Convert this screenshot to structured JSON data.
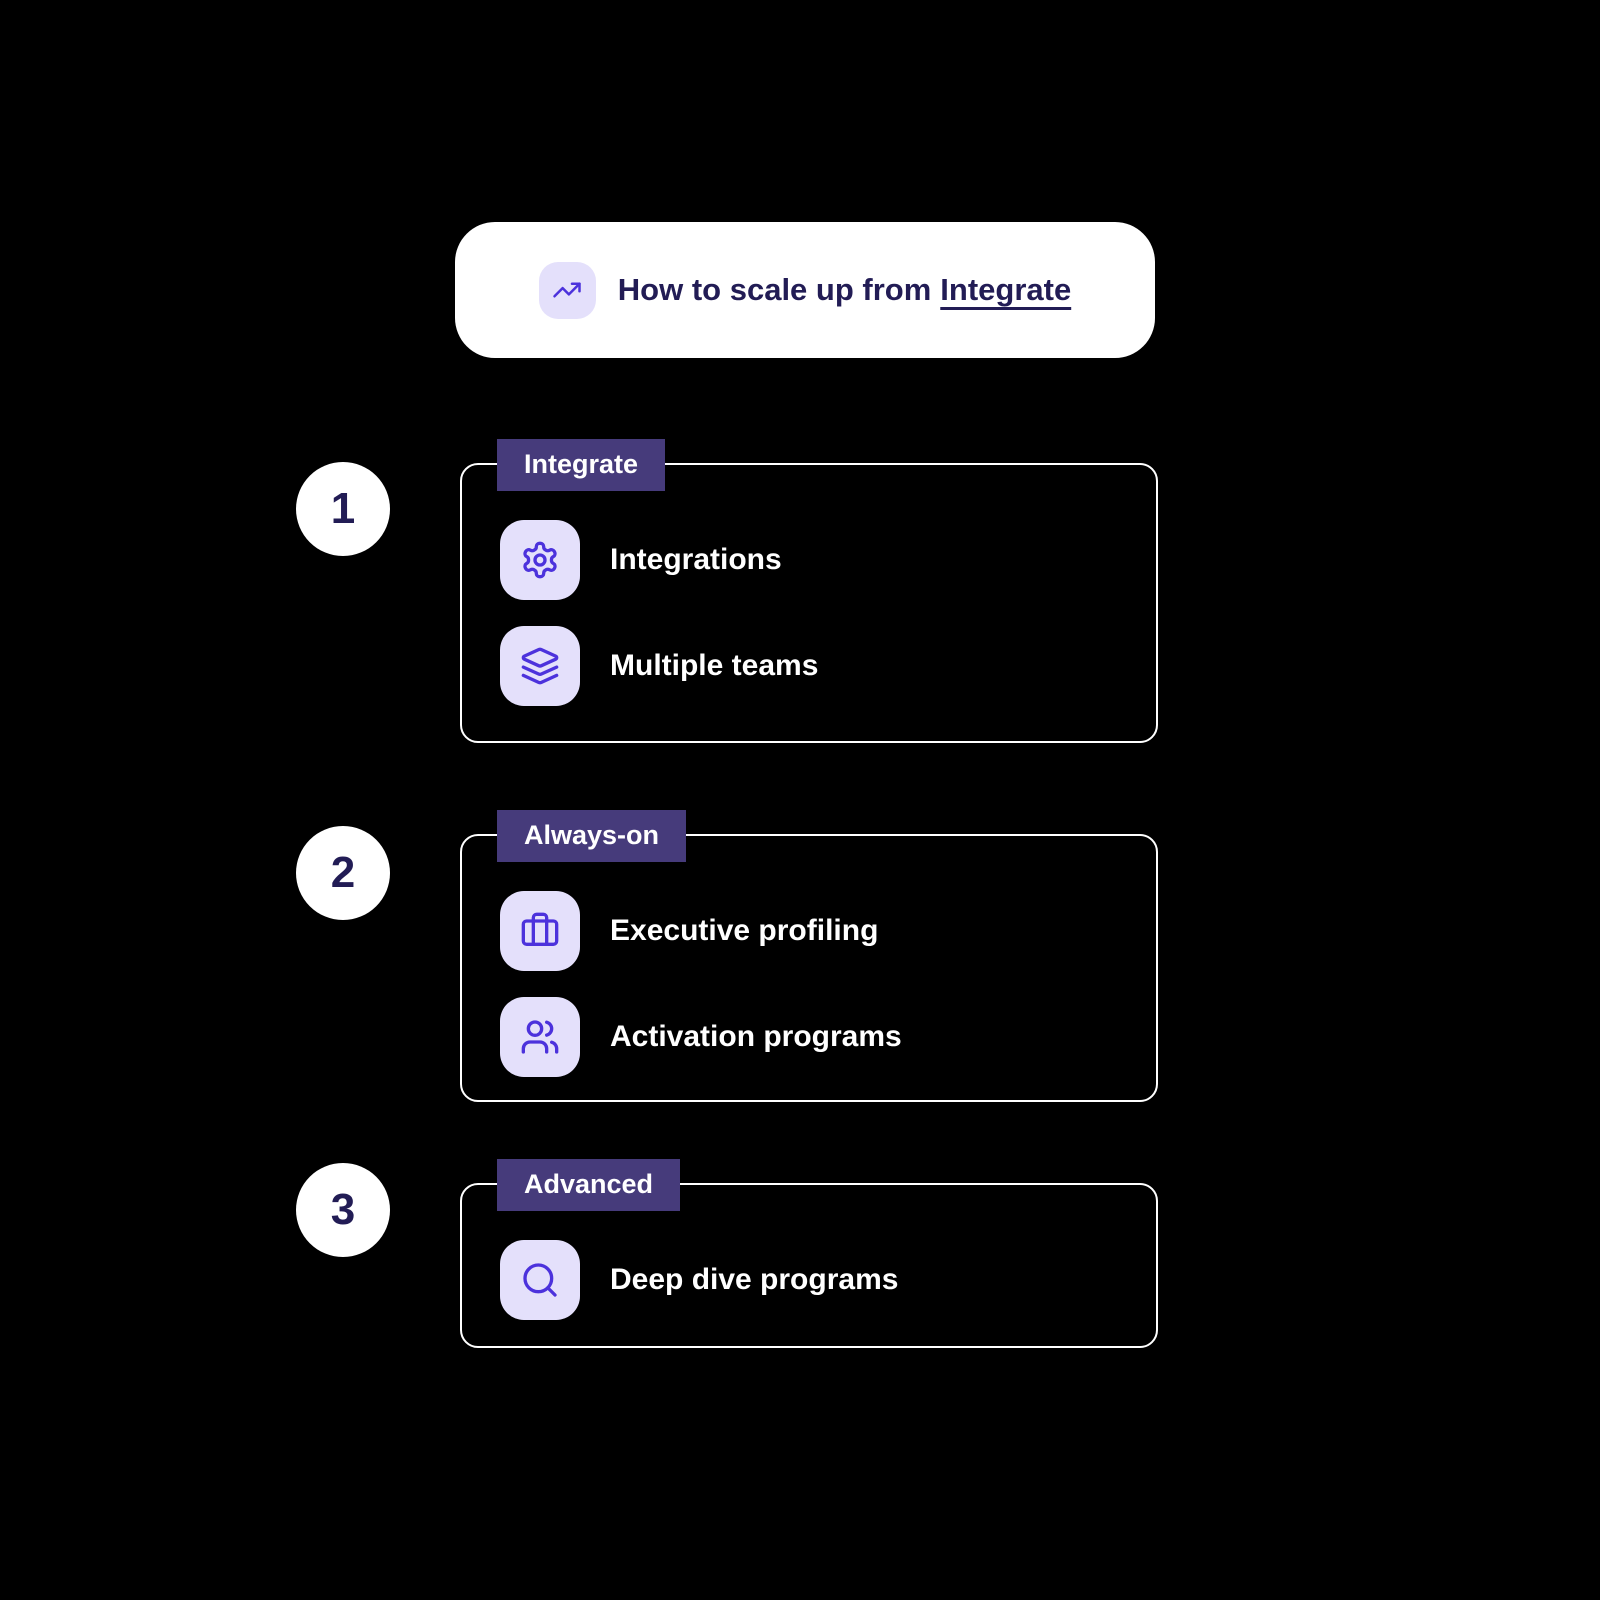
{
  "colors": {
    "canvas_bg": "#000000",
    "card_bg": "#ffffff",
    "tile_bg": "#e4e0fb",
    "accent": "#4c32dc",
    "tag_bg": "#463b7b",
    "navy": "#221c55",
    "item_text": "#ffffff"
  },
  "header": {
    "title_prefix": "How to scale up from",
    "title_link": "Integrate",
    "icon": "trending-up-icon"
  },
  "sections": [
    {
      "number": "1",
      "tag": "Integrate",
      "items": [
        {
          "icon": "gear-icon",
          "label": "Integrations"
        },
        {
          "icon": "layers-icon",
          "label": "Multiple teams"
        }
      ]
    },
    {
      "number": "2",
      "tag": "Always-on",
      "items": [
        {
          "icon": "briefcase-icon",
          "label": "Executive profiling"
        },
        {
          "icon": "users-icon",
          "label": "Activation programs"
        }
      ]
    },
    {
      "number": "3",
      "tag": "Advanced",
      "items": [
        {
          "icon": "search-icon",
          "label": "Deep dive programs"
        }
      ]
    }
  ]
}
